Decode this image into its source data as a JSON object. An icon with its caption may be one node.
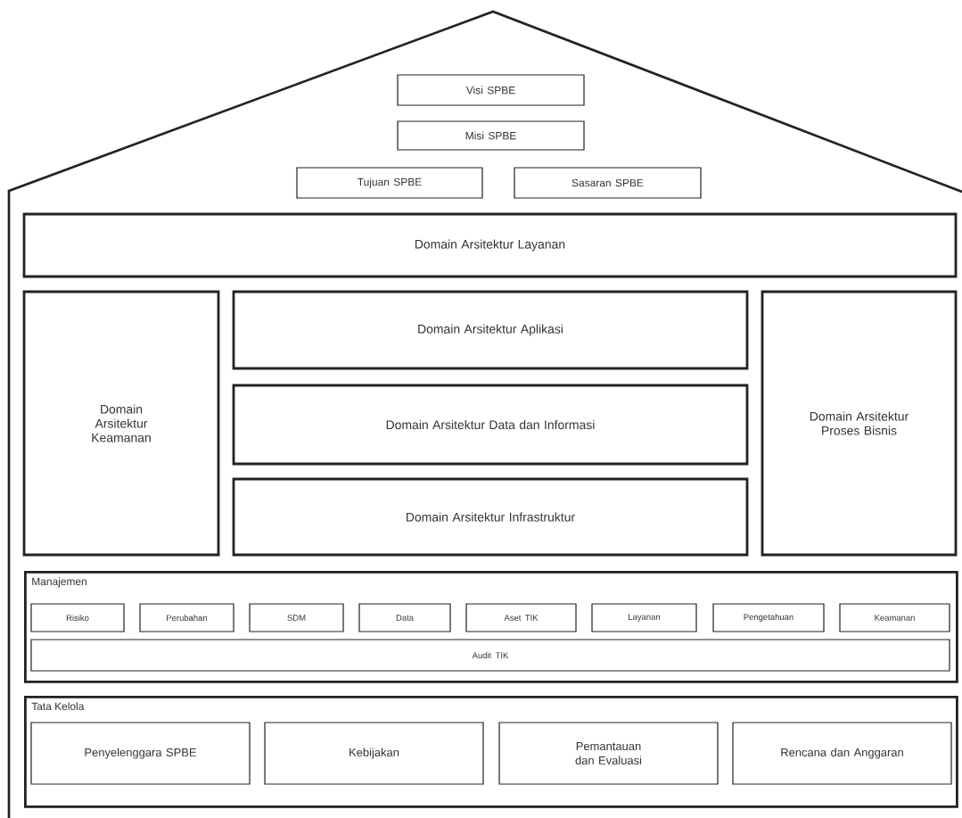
{
  "diagram": {
    "nodes": [
      {
        "text": [
          "Visi SPBE"
        ]
      },
      {
        "text": [
          "Misi SPBE"
        ]
      },
      {
        "text": [
          "Tujuan SPBE"
        ]
      },
      {
        "text": [
          "Sasaran SPBE"
        ]
      },
      {
        "text": [
          "Domain Arsitektur Layanan"
        ]
      },
      {
        "text": [
          "Domain Arsitektur Keamanan"
        ]
      },
      {
        "text": [
          "Domain Arsitektur Aplikasi"
        ]
      },
      {
        "text": [
          "Domain Arsitektur Data dan Informasi"
        ]
      },
      {
        "text": [
          "Domain Arsitektur Infrastruktur"
        ]
      },
      {
        "text": [
          "Domain Arsitektur Proses Bisnis"
        ]
      },
      {
        "text": [
          "Manajemen"
        ]
      },
      {
        "text": [
          "Risiko"
        ],
        "in": 10
      },
      {
        "text": [
          "Perubahan"
        ],
        "in": 10
      },
      {
        "text": [
          "SDM"
        ],
        "in": 10
      },
      {
        "text": [
          "Data"
        ],
        "in": 10
      },
      {
        "text": [
          "Aset TIK"
        ],
        "in": 10
      },
      {
        "text": [
          "Layanan"
        ],
        "in": 10
      },
      {
        "text": [
          "Pengetahuan"
        ],
        "in": 10
      },
      {
        "text": [
          "Keamanan"
        ],
        "in": 10
      },
      {
        "text": [
          "Audit TIK"
        ],
        "in": 10
      },
      {
        "text": [
          "Tata Kelola"
        ]
      },
      {
        "text": [
          "Penyelenggara SPBE"
        ],
        "in": 20
      },
      {
        "text": [
          "Kebijakan"
        ],
        "in": 20
      },
      {
        "text": [
          "Pemantauan dan Evaluasi"
        ],
        "in": 20
      },
      {
        "text": [
          "Rencana dan Anggaran"
        ],
        "in": 20
      }
    ]
  }
}
